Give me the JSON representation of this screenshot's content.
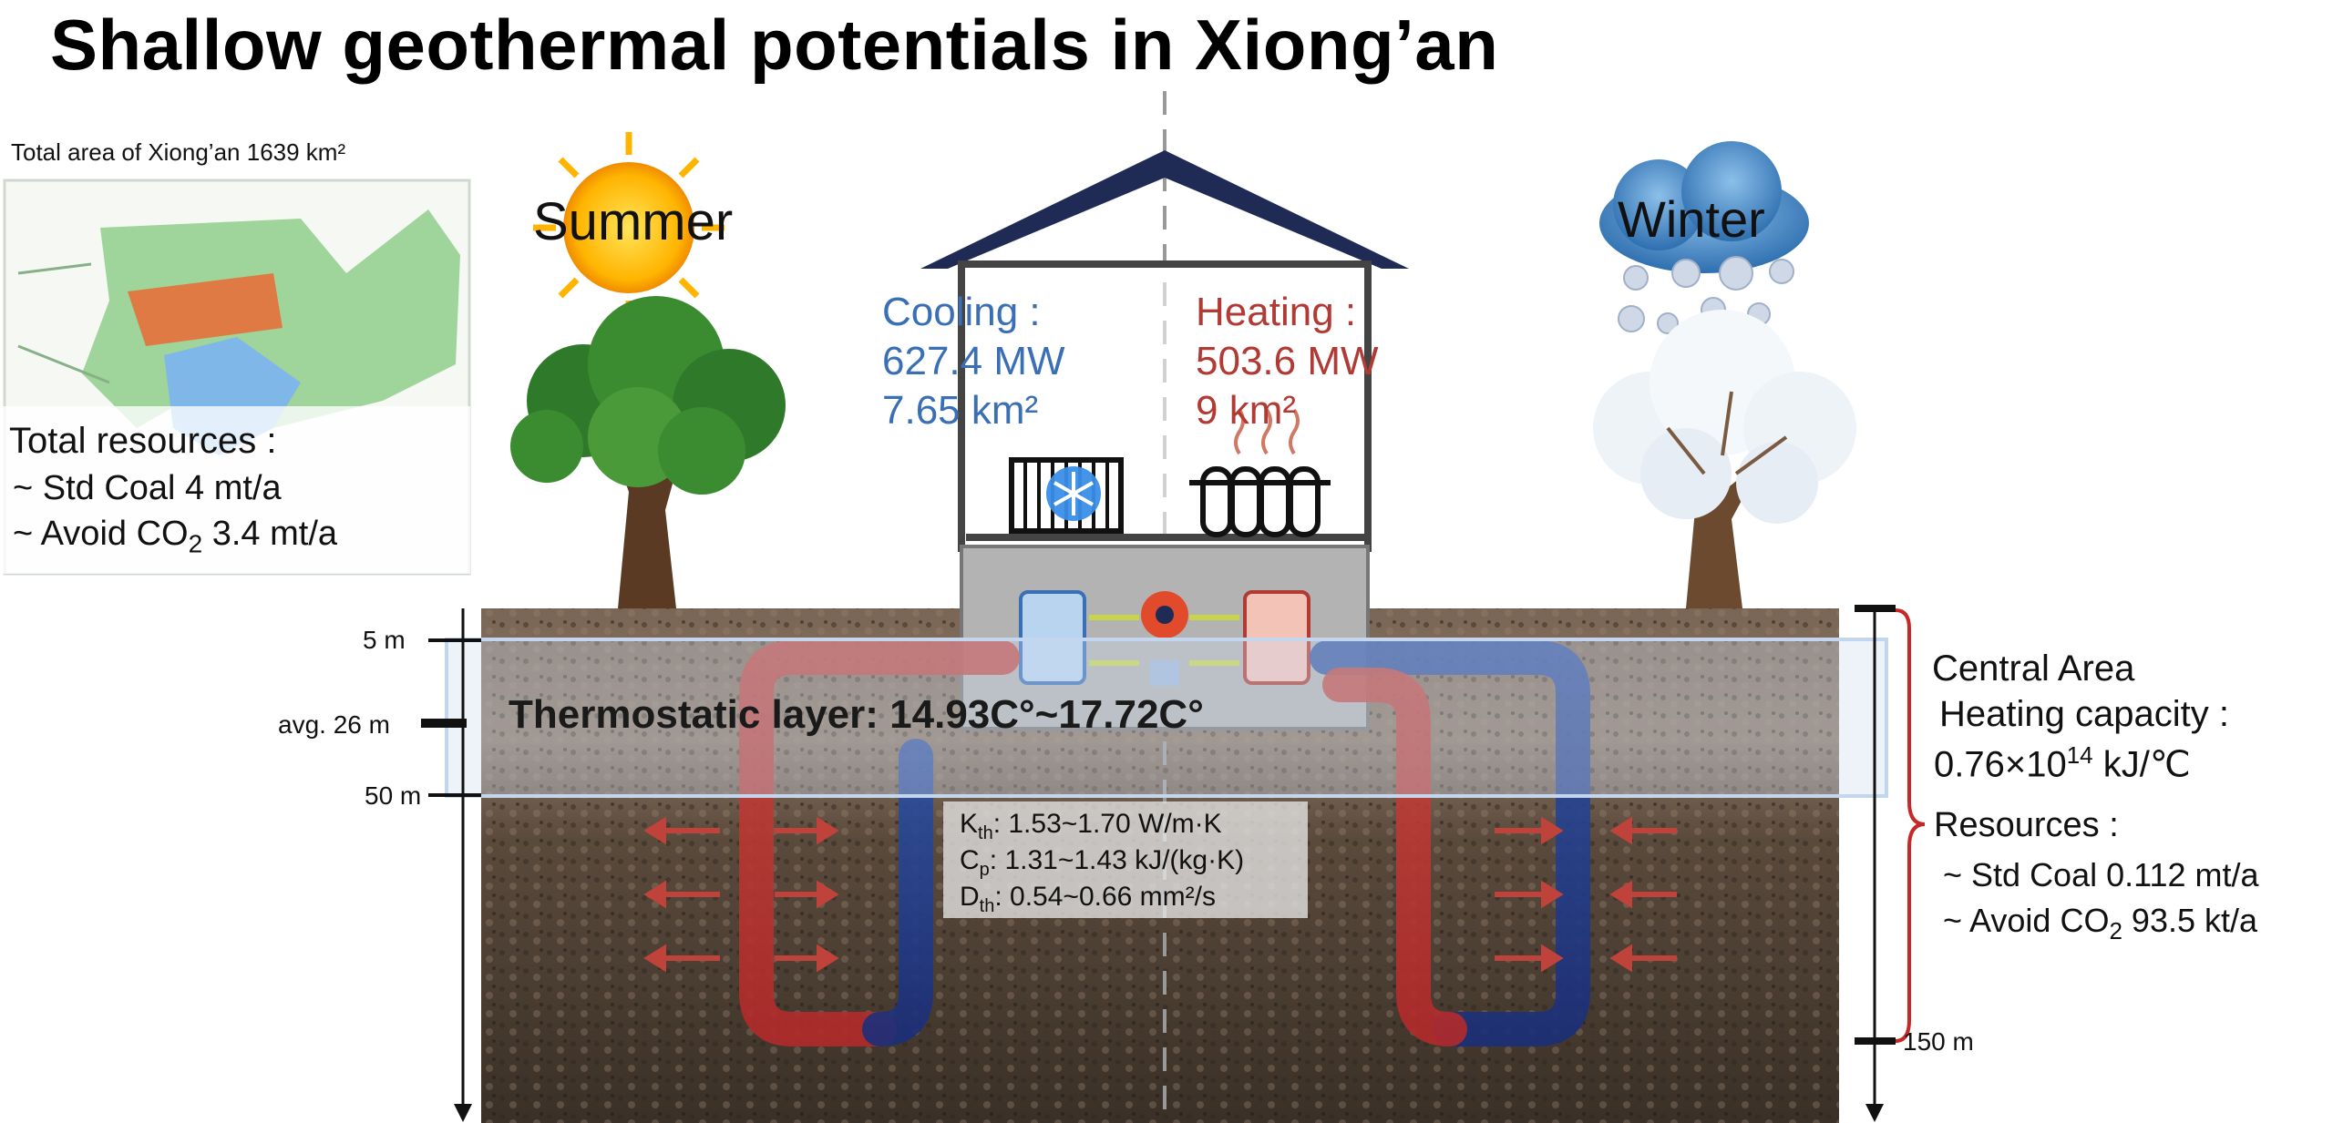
{
  "title": "Shallow geothermal potentials in Xiong’an",
  "map": {
    "area_label": "Total area of Xiong’an 1639 km²",
    "resources_title": "Total resources :",
    "coal": "~ Std Coal 4 mt/a",
    "co2_prefix": "~ Avoid CO",
    "co2_sub": "2",
    "co2_suffix": " 3.4 mt/a"
  },
  "seasons": {
    "summer": "Summer",
    "winter": "Winter"
  },
  "house": {
    "cooling_title": "Cooling :",
    "cooling_power": "627.4 MW",
    "cooling_area": "7.65 km²",
    "heating_title": "Heating :",
    "heating_power": "503.6 MW",
    "heating_area": "9 km²"
  },
  "depth": {
    "d5": "5 m",
    "d26": "avg. 26 m",
    "d50": "50 m",
    "d150": "150 m"
  },
  "thermostatic_label": "Thermostatic layer: 14.93C°~17.72C°",
  "properties": {
    "k": "K",
    "k_sub": "th",
    "k_val": ":  1.53~1.70 W/m·K",
    "c": "C",
    "c_sub": "p",
    "c_val": ":  1.31~1.43 kJ/(kg·K)",
    "d": "D",
    "d_sub": "th",
    "d_val": ":  0.54~0.66 mm²/s"
  },
  "central": {
    "title": "Central Area",
    "capacity_title": "Heating capacity :",
    "capacity_base": "0.76×10",
    "capacity_exp": "14",
    "capacity_unit": " kJ/℃",
    "resources_title": "Resources :",
    "coal": "~ Std Coal 0.112 mt/a",
    "co2_prefix": "~ Avoid CO",
    "co2_sub": "2",
    "co2_suffix": " 93.5 kt/a"
  },
  "colors": {
    "cooling": "#3a6fb5",
    "heating": "#b13a34",
    "roof": "#1f2a55",
    "soil_top": "#6b5848",
    "soil_bottom": "#3e3328"
  }
}
